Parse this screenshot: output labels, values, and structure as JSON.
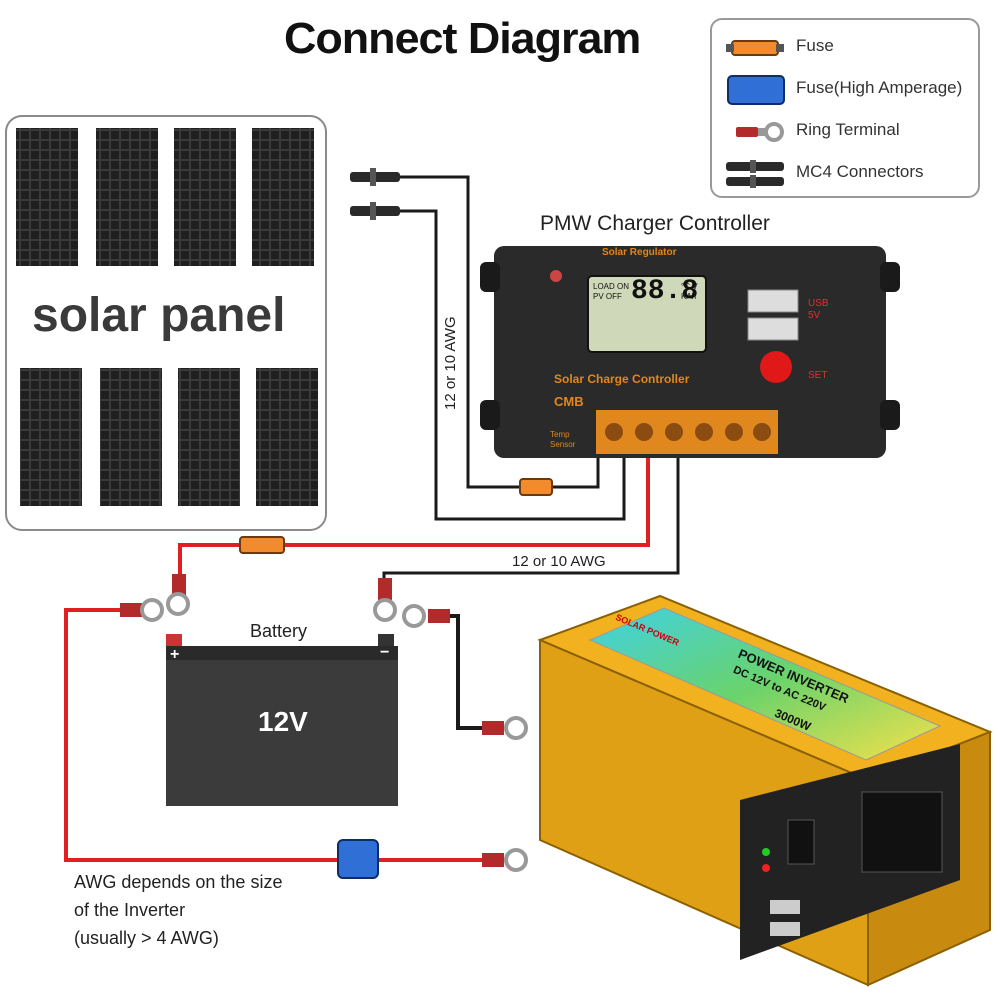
{
  "title": "Connect Diagram",
  "legend": {
    "items": [
      {
        "label": "Fuse",
        "icon": "fuse-icon"
      },
      {
        "label": "Fuse(High Amperage)",
        "icon": "high-amp-fuse-icon"
      },
      {
        "label": "Ring Terminal",
        "icon": "ring-terminal-icon"
      },
      {
        "label": "MC4 Connectors",
        "icon": "mc4-connector-icon"
      }
    ]
  },
  "solar_panel": {
    "label": "solar panel"
  },
  "controller": {
    "caption": "PMW Charger Controller",
    "top_label": "Solar Regulator",
    "body_label": "Solar Charge Controller",
    "brand": "CMB",
    "temp_label": "Temp\nSensor",
    "lcd_left": "LOAD ON\nPV OFF",
    "lcd_digits": "88.8",
    "lcd_units": "°C V\nKAh",
    "usb_label": "USB\n5V",
    "set_label": "SET"
  },
  "wires": {
    "awg_vertical": "12 or 10 AWG",
    "awg_horizontal": "12 or 10 AWG"
  },
  "battery": {
    "label": "Battery",
    "voltage": "12V",
    "plus": "+",
    "minus": "−"
  },
  "inverter": {
    "brand": "SOLAR POWER",
    "line1": "POWER INVERTER",
    "line2": "DC 12V to AC 220V",
    "line3": "3000W"
  },
  "note": {
    "line1": "AWG depends on the size",
    "line2": "of the Inverter",
    "line3": "(usually  > 4 AWG)"
  },
  "colors": {
    "red_wire": "#e02020",
    "black_wire": "#1a1a1a",
    "fuse": "#f28a2e",
    "high_fuse": "#2f6fd6",
    "inverter_body": "#f2b21f",
    "controller_body": "#2a2a2a",
    "terminal_block": "#e0871e",
    "lcd": "#cfd8b8"
  }
}
